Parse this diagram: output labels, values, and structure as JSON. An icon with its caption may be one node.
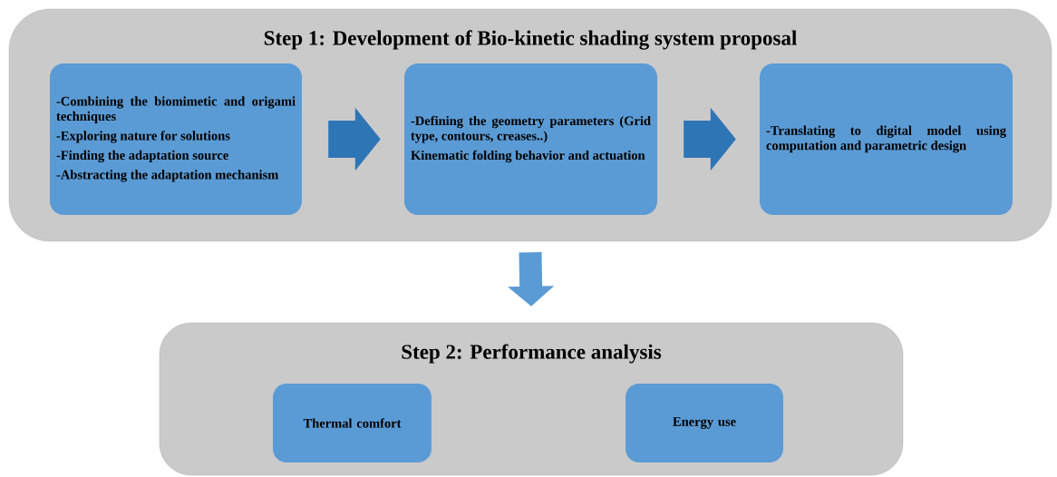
{
  "diagram": {
    "nodes": [
      {
        "text": [
          "Step 1: Development of Bio-kinetic shading system proposal"
        ]
      },
      {
        "text": [
          "-Combining the biomimetic and origami techniques",
          "-Exploring nature for solutions",
          "-Finding the adaptation source",
          "-Abstracting the adaptation mechanism"
        ],
        "in": 0
      },
      {
        "text": [
          "-Defining the geometry parameters (Grid type, contours, creases..)",
          "Kinematic folding behavior and actuation"
        ],
        "in": 0
      },
      {
        "text": [
          "-Translating to digital model using computation and parametric design"
        ],
        "in": 0
      },
      {
        "text": [
          "Step 2: Performance analysis"
        ]
      },
      {
        "text": [
          "Thermal comfort"
        ],
        "in": 4
      },
      {
        "text": [
          "Energy use"
        ],
        "in": 4
      }
    ],
    "edges": [
      {
        "from": 1,
        "to": 2,
        "arrow": "to"
      },
      {
        "from": 2,
        "to": 3,
        "arrow": "to"
      },
      {
        "from": 0,
        "to": 4,
        "arrow": "to",
        "color": "#5b9bd5"
      }
    ]
  }
}
